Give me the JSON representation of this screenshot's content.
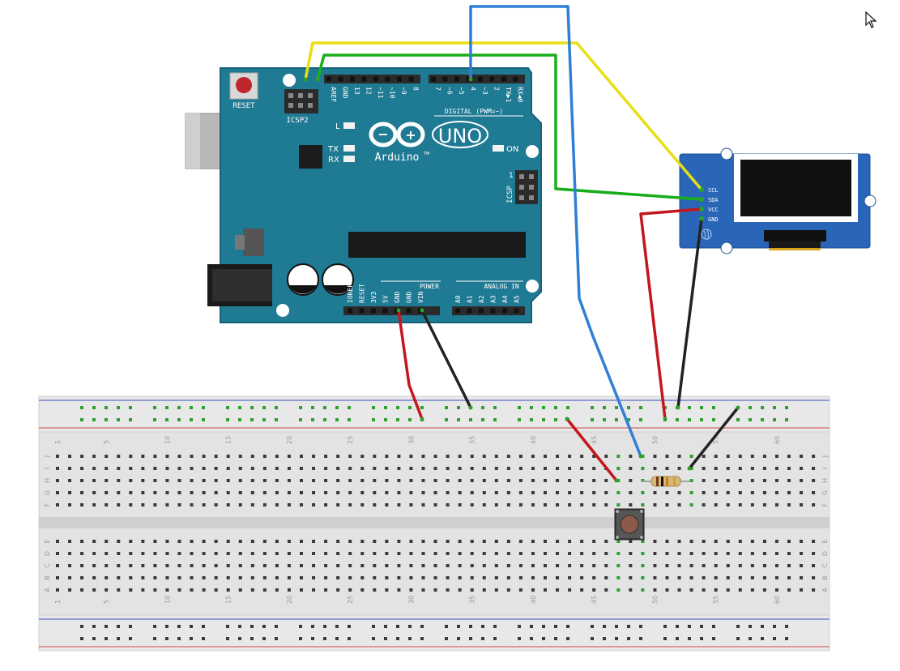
{
  "colors": {
    "board": "#1f7a93",
    "board_edge": "#16627a",
    "silk": "#ffffff",
    "header": "#2b2b2b",
    "wire_yellow": "#f2ea1c",
    "wire_green": "#1fb31f",
    "wire_blue": "#2f7fd6",
    "wire_red": "#c4161c",
    "wire_black": "#222222",
    "breadboard": "#e6e6e6",
    "rail_blue": "#2b3fb0",
    "rail_red": "#c83a3a",
    "oled_board": "#2a66b8",
    "reset_button": "#c0272d"
  },
  "arduino": {
    "reset_label": "RESET",
    "icsp2_label": "ICSP2",
    "led_l": "L",
    "led_tx": "TX",
    "led_rx": "RX",
    "led_on": "ON",
    "brand": "Arduino",
    "trademark": "TM",
    "model": "UNO",
    "digital_label": "DIGITAL (PWM=~)",
    "icsp_label": "ICSP",
    "icsp_pin1": "1",
    "power_label": "POWER",
    "analog_label": "ANALOG IN",
    "digital_pins_left": [
      "AREF",
      "GND",
      "13",
      "12",
      "~11",
      "~10",
      "~9",
      "8"
    ],
    "digital_pins_right": [
      "7",
      "~6",
      "~5",
      "4",
      "~3",
      "2",
      "TX▶1",
      "RX◀0"
    ],
    "power_pins": [
      "IOREF",
      "RESET",
      "3V3",
      "5V",
      "GND",
      "GND",
      "VIN"
    ],
    "analog_pins": [
      "A0",
      "A1",
      "A2",
      "A3",
      "A4",
      "A5"
    ]
  },
  "oled": {
    "pins": [
      "SCL",
      "SDA",
      "VCC",
      "GND"
    ]
  },
  "breadboard": {
    "row_letters_top": [
      "J",
      "I",
      "H",
      "G",
      "F"
    ],
    "row_letters_bottom": [
      "E",
      "D",
      "C",
      "B",
      "A"
    ],
    "column_numbers": [
      "1",
      "5",
      "10",
      "15",
      "20",
      "25",
      "30",
      "35",
      "40",
      "45",
      "50",
      "55",
      "60"
    ]
  },
  "icons": {
    "cursor": "mouse-pointer-icon",
    "infinity_logo": "arduino-infinity-logo-icon",
    "seeed_logo": "grove-logo-icon"
  }
}
